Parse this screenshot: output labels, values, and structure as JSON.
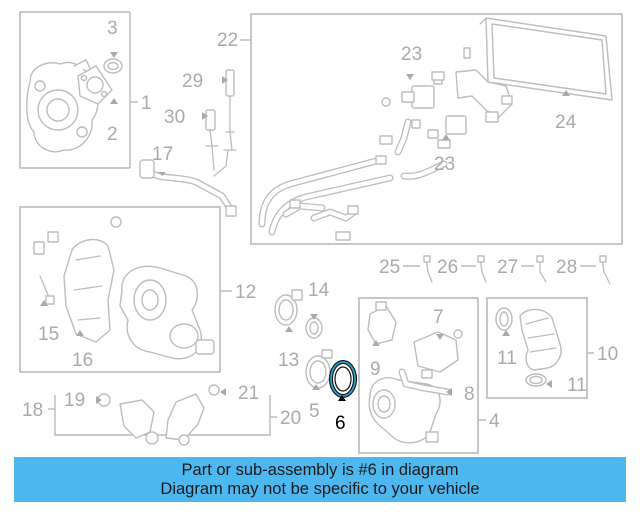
{
  "callouts": {
    "c1": "1",
    "c2": "2",
    "c3": "3",
    "c4": "4",
    "c5": "5",
    "c6": "6",
    "c7": "7",
    "c8": "8",
    "c9": "9",
    "c10": "10",
    "c11a": "11",
    "c11b": "11",
    "c12": "12",
    "c13": "13",
    "c14": "14",
    "c15": "15",
    "c16": "16",
    "c17": "17",
    "c18": "18",
    "c19": "19",
    "c20": "20",
    "c21": "21",
    "c22": "22",
    "c23a": "23",
    "c23b": "23",
    "c24": "24",
    "c25": "25",
    "c26": "26",
    "c27": "27",
    "c28": "28",
    "c29": "29",
    "c30": "30"
  },
  "highlight": {
    "part_number": "6",
    "color": "#000000"
  },
  "banner": {
    "line1": "Part or sub-assembly is #6 in diagram",
    "line2": "Diagram may not be specific to your vehicle",
    "background": "#4db8f0"
  },
  "colors": {
    "line": "#b9b9b9",
    "label": "#aaaaaa",
    "highlight_ring": "#2f9fc9"
  }
}
